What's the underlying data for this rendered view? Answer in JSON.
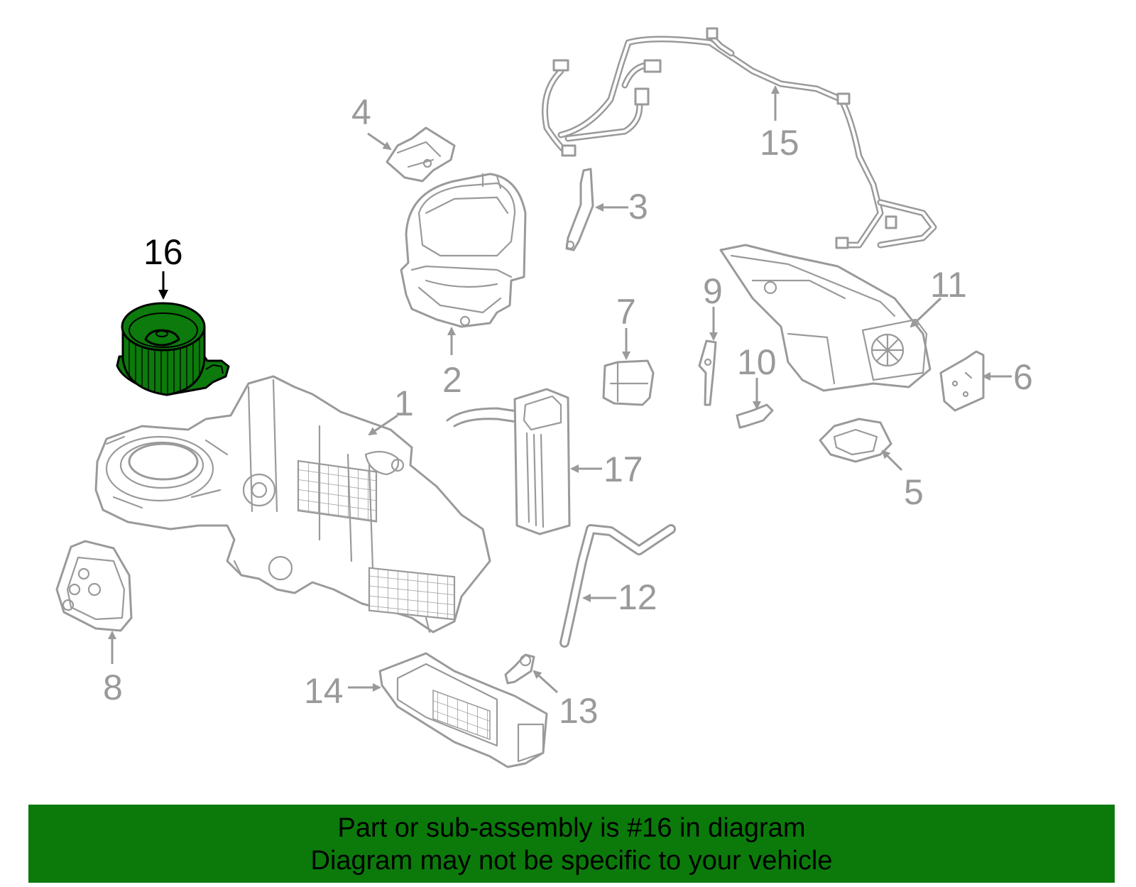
{
  "diagram": {
    "highlighted_part": "16",
    "callouts": [
      "1",
      "2",
      "3",
      "4",
      "5",
      "6",
      "7",
      "8",
      "9",
      "10",
      "11",
      "12",
      "13",
      "14",
      "15",
      "16",
      "17"
    ]
  },
  "banner": {
    "line1": "Part or sub-assembly is #16 in diagram",
    "line2": "Diagram may not be specific to your vehicle"
  },
  "colors": {
    "highlight": "#0c7a0c",
    "banner": "#0b7a0b",
    "part_line": "#9a9a9a"
  }
}
